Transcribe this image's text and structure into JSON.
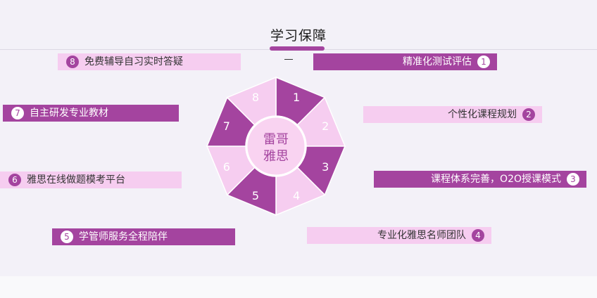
{
  "header": {
    "title": "学习保障"
  },
  "wheel": {
    "center_line1": "雷哥",
    "center_line2": "雅思",
    "segments": [
      "1",
      "2",
      "3",
      "4",
      "5",
      "6",
      "7",
      "8"
    ]
  },
  "features": [
    {
      "num": "1",
      "text": "精准化测试评估"
    },
    {
      "num": "2",
      "text": "个性化课程规划"
    },
    {
      "num": "3",
      "text": "课程体系完善，O2O授课模式"
    },
    {
      "num": "4",
      "text": "专业化雅思名师团队"
    },
    {
      "num": "5",
      "text": "学管师服务全程陪伴"
    },
    {
      "num": "6",
      "text": "雅思在线做题模考平台"
    },
    {
      "num": "7",
      "text": "自主研发专业教材"
    },
    {
      "num": "8",
      "text": "免费辅导自习实时答疑"
    }
  ],
  "colors": {
    "dark": "#a4449f",
    "light": "#f6cdf0",
    "center": "#f9d3f1"
  }
}
